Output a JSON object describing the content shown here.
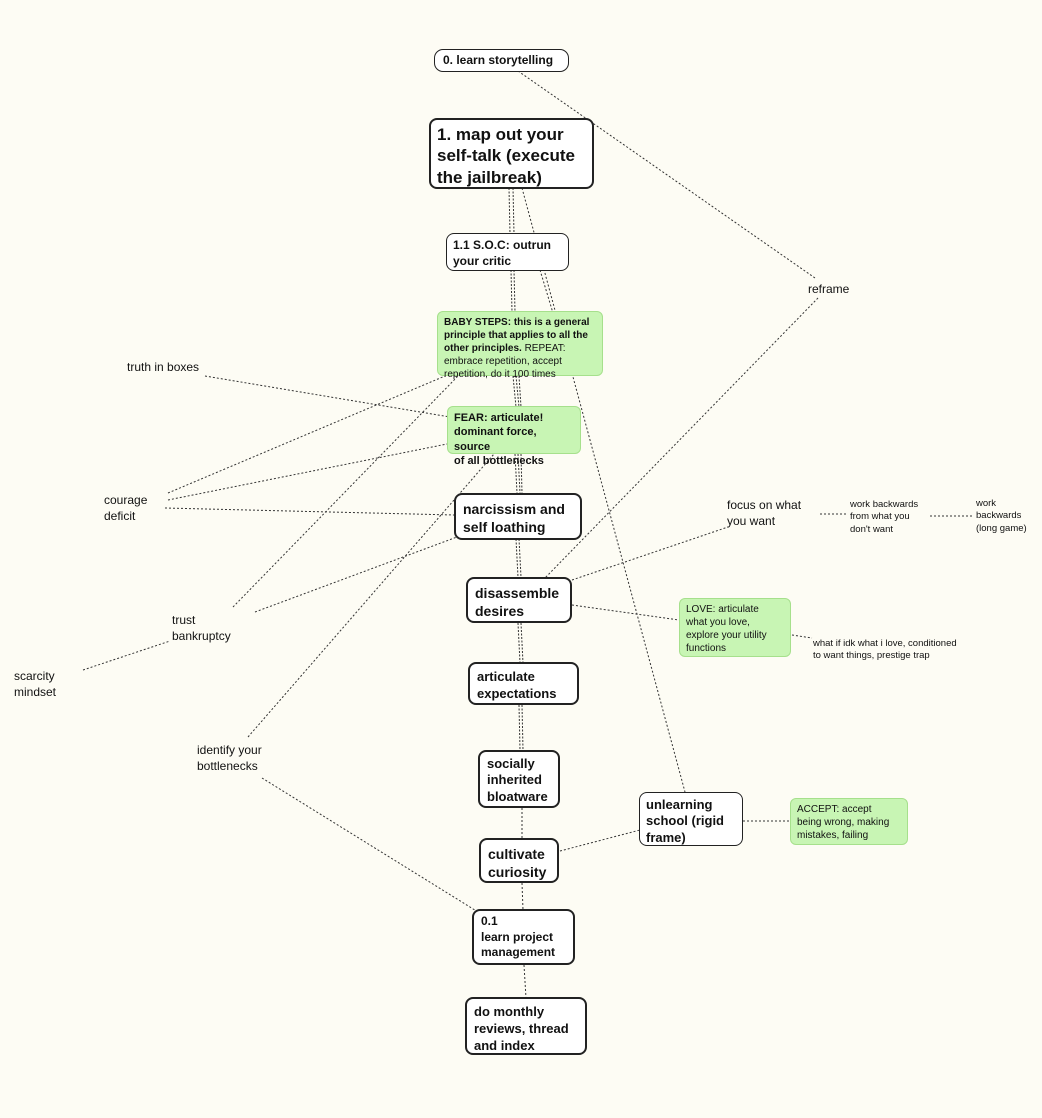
{
  "nodes": {
    "storytelling": "0. learn storytelling",
    "map_self_talk": "1. map out your\nself-talk (execute\nthe jailbreak)",
    "soc": "1.1 S.O.C: outrun\nyour critic",
    "baby_steps_bold": "BABY STEPS: this is a general\nprinciple that applies to all the\nother principles.",
    "baby_steps_rest": " REPEAT:\nembrace repetition, accept\nrepetition, do it 100 times",
    "fear": "FEAR: articulate!\ndominant force, source\nof all bottlenecks",
    "narcissism": "narcissism and\nself loathing",
    "disassemble": "disassemble\ndesires",
    "expectations": "articulate\nexpectations",
    "bloatware": "socially\ninherited\nbloatware",
    "curiosity": "cultivate\ncuriosity",
    "project_mgmt": "0.1\nlearn project\nmanagement",
    "monthly": "do monthly\nreviews, thread\nand index",
    "unlearning": "unlearning\nschool (rigid\nframe)",
    "love": "LOVE: articulate\nwhat you love,\nexplore your utility\nfunctions",
    "accept": "ACCEPT: accept\nbeing wrong, making\nmistakes, failing"
  },
  "labels": {
    "reframe": "reframe",
    "truth_in_boxes": "truth in boxes",
    "courage_deficit": "courage\ndeficit",
    "trust_bankruptcy": "trust\nbankruptcy",
    "scarcity_mindset": "scarcity\nmindset",
    "identify_bottlenecks": "identify your\nbottlenecks",
    "focus_on_what_you_want": "focus on what\nyou want",
    "work_backwards_from": "work backwards\nfrom what you\ndon't want",
    "work_backwards_long": "work\nbackwards\n(long game)",
    "what_if_idk": "what if idk what i love, conditioned\nto want things, prestige trap"
  }
}
